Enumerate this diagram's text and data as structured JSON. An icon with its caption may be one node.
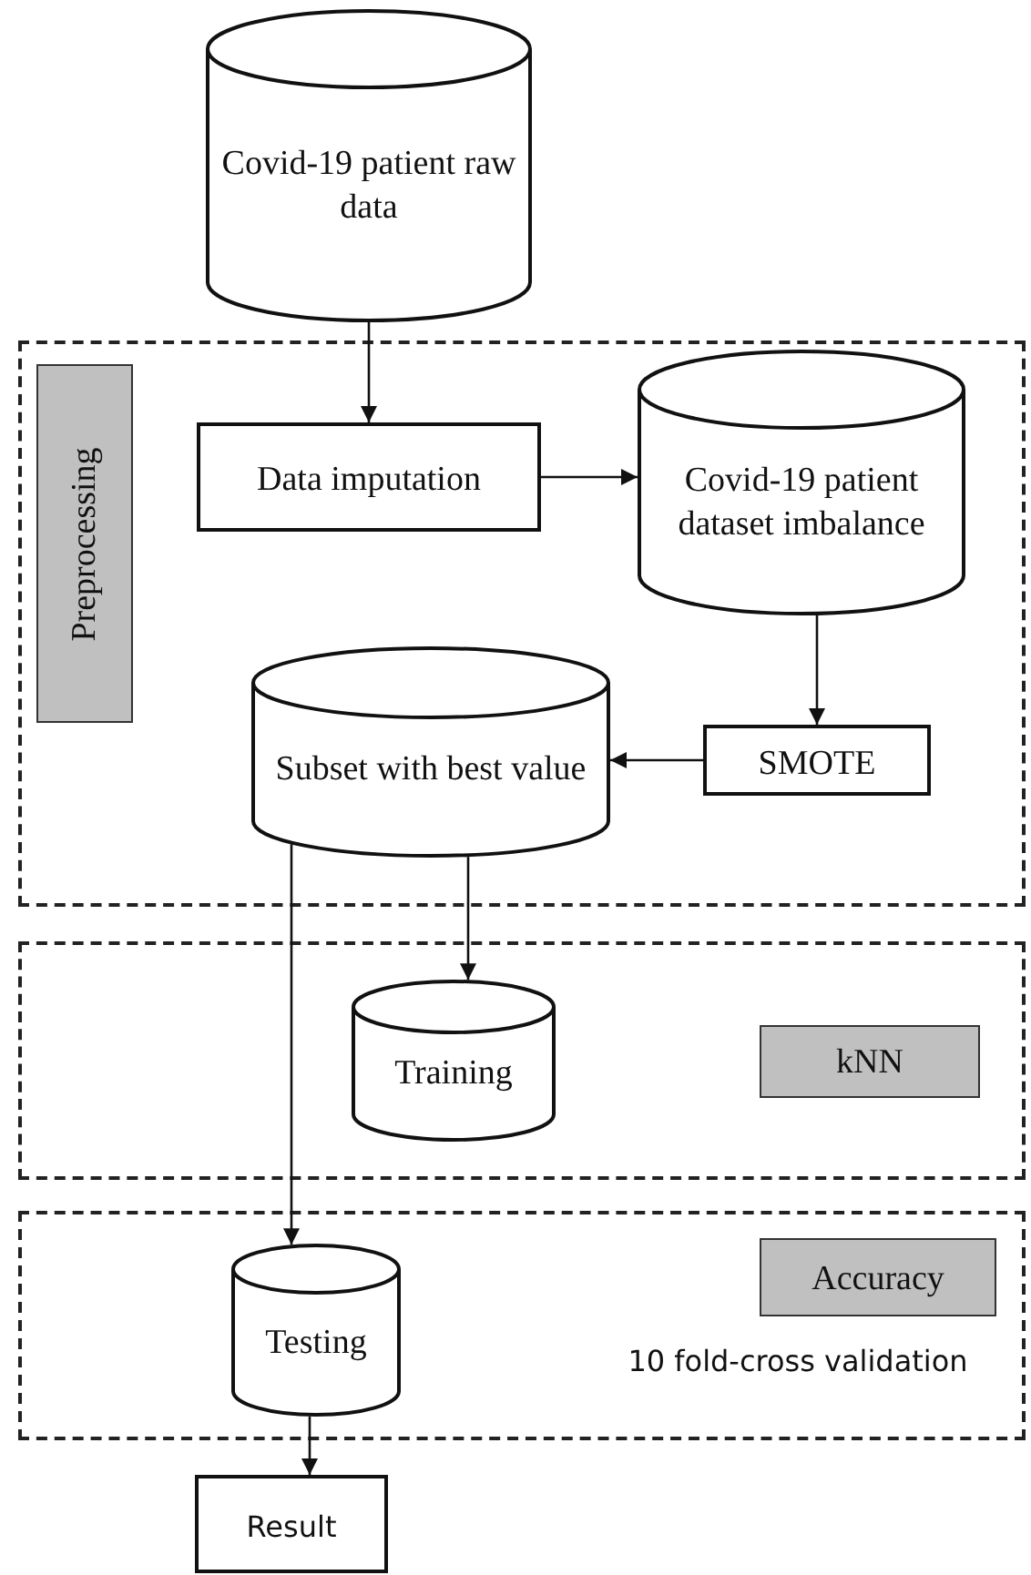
{
  "diagram": {
    "nodes": [
      {
        "text": [
          "Covid-19 patient raw data"
        ]
      },
      {
        "text": [],
        "shape": "box"
      },
      {
        "text": [
          "Preprocessing"
        ],
        "in": 1
      },
      {
        "text": [
          "Data imputation"
        ],
        "in": 1
      },
      {
        "text": [
          "Covid-19 patient dataset imbalance"
        ],
        "in": 1
      },
      {
        "text": [
          "Subset with best value"
        ],
        "in": 1
      },
      {
        "text": [
          "SMOTE"
        ],
        "in": 1
      },
      {
        "text": [],
        "shape": "box"
      },
      {
        "text": [
          "Training"
        ],
        "in": 7
      },
      {
        "text": [
          "kNN"
        ],
        "in": 7
      },
      {
        "text": [],
        "shape": "box"
      },
      {
        "text": [
          "Testing"
        ],
        "in": 10
      },
      {
        "text": [
          "Accuracy"
        ],
        "in": 10
      },
      {
        "text": [
          "Result"
        ]
      }
    ],
    "edges": [
      {
        "from": 0,
        "to": 3,
        "arrow": "to"
      },
      {
        "from": 3,
        "to": 4,
        "arrow": "to"
      },
      {
        "from": 4,
        "to": 6,
        "arrow": "to"
      },
      {
        "from": 6,
        "to": 5,
        "arrow": "to"
      },
      {
        "from": 5,
        "to": 8,
        "arrow": "to"
      },
      {
        "from": 5,
        "to": 11,
        "arrow": "to"
      },
      {
        "from": 11,
        "to": 13,
        "arrow": "to"
      }
    ],
    "labels": [
      "10 fold-cross validation"
    ]
  }
}
